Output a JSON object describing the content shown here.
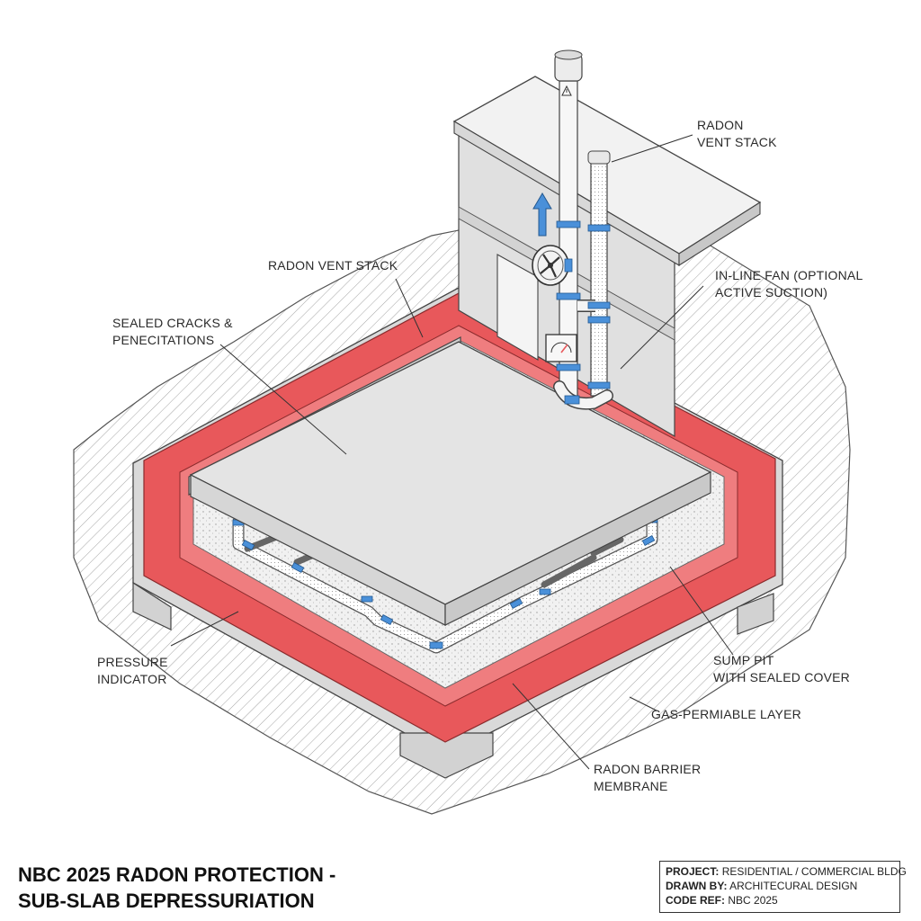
{
  "callouts": {
    "vent_stack_top": [
      "RADON",
      "VENT STACK"
    ],
    "vent_stack_slab": [
      "RADON VENT STACK"
    ],
    "sealed_cracks": [
      "SEALED CRACKS &",
      "PENECITATIONS"
    ],
    "inline_fan": [
      "IN-LINE FAN (OPTIONAL",
      "ACTIVE SUCTION)"
    ],
    "pressure_indicator": [
      "PRESSURE",
      "INDICATOR"
    ],
    "sump_pit": [
      "SUMP PIT",
      "WITH SEALED COVER"
    ],
    "gas_layer": [
      "GAS-PERMIABLE LAYER"
    ],
    "barrier": [
      "RADON BARRIER",
      "MEMBRANE"
    ]
  },
  "title": [
    "NBC 2025 RADON PROTECTION -",
    "SUB-SLAB DEPRESSURIATION"
  ],
  "title_block": {
    "project_key": "PROJECT:",
    "project_val": "RESIDENTIAL / COMMERCIAL BLDG",
    "drawn_key": "DRAWN BY:",
    "drawn_val": "ARCHITECURAL DESIGN",
    "code_key": "CODE REF:",
    "code_val": "NBC 2025"
  },
  "colors": {
    "membrane": "#e8585b",
    "pipe_fitting": "#4a90d9",
    "concrete": "#e4e4e4",
    "gravel": "#efefef",
    "line": "#444444"
  },
  "icons": [
    "up-arrow-icon",
    "fan-icon",
    "gauge-icon",
    "warning-icon"
  ]
}
